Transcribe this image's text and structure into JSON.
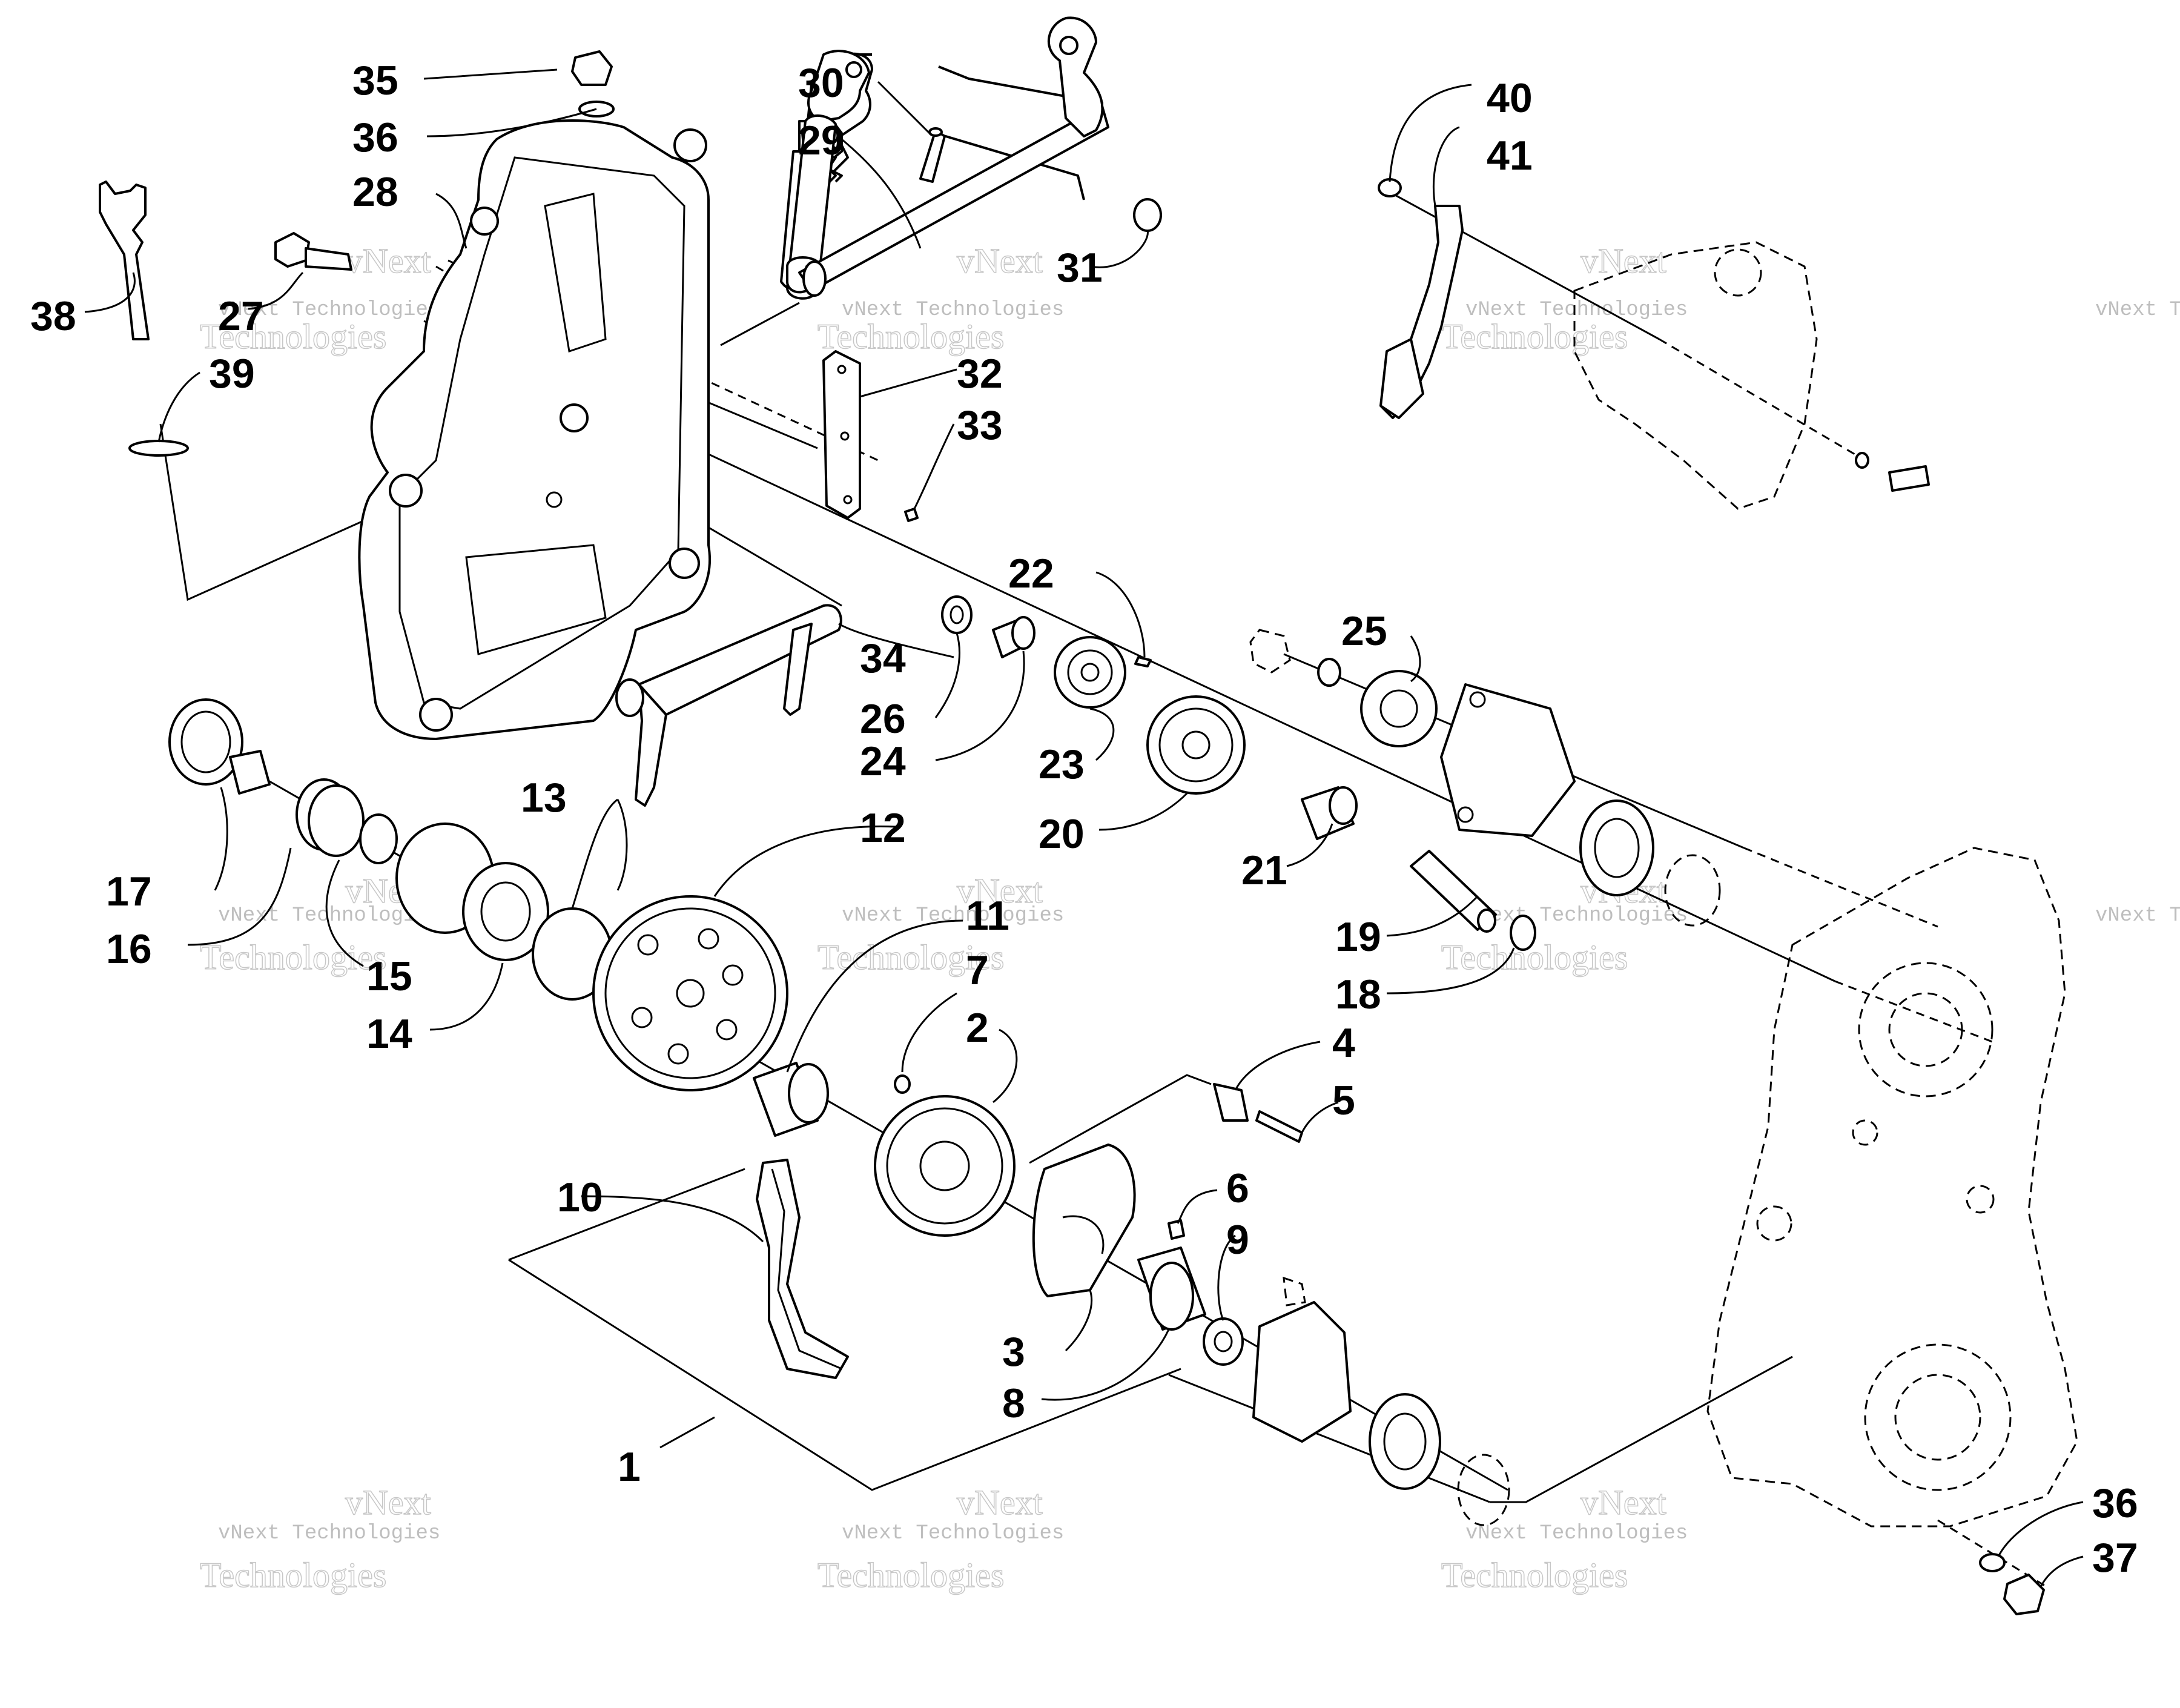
{
  "diagram": {
    "callouts": [
      "1",
      "2",
      "3",
      "4",
      "5",
      "6",
      "7",
      "8",
      "9",
      "10",
      "11",
      "12",
      "13",
      "14",
      "15",
      "16",
      "17",
      "18",
      "19",
      "20",
      "21",
      "22",
      "23",
      "24",
      "25",
      "26",
      "27",
      "28",
      "29",
      "30",
      "31",
      "32",
      "33",
      "34",
      "35",
      "36",
      "37",
      "38",
      "39",
      "40",
      "41",
      "36"
    ],
    "watermark": {
      "line1": "vNext Technologies",
      "line2": "vNext",
      "line3": "Technologies",
      "partial": "vNext Tec"
    }
  }
}
